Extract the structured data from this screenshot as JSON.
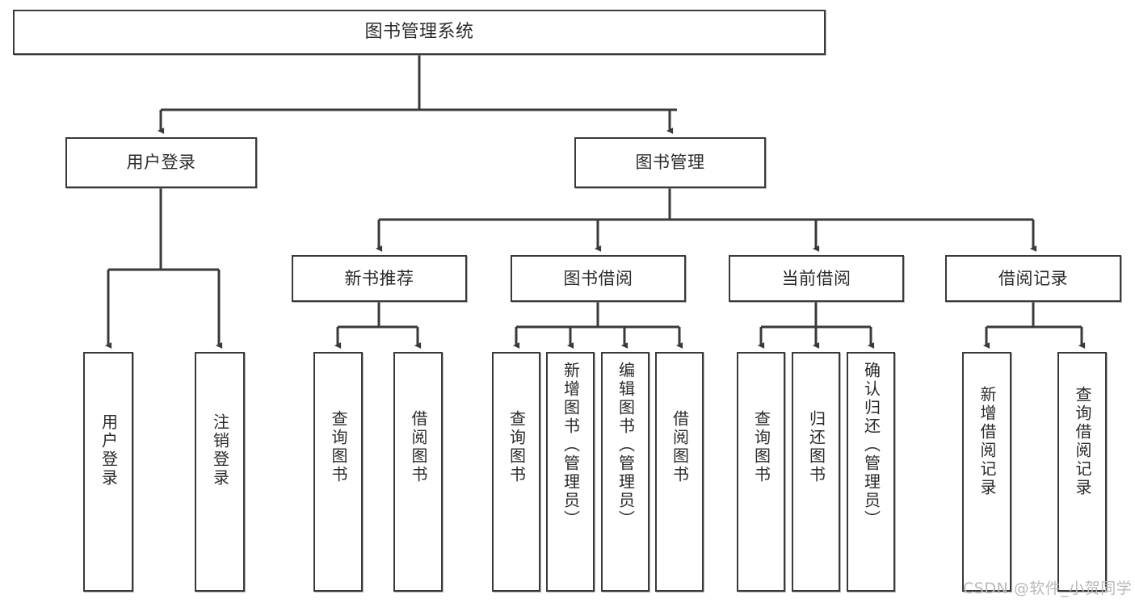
{
  "diagram": {
    "title": "图书管理系统",
    "type": "tree",
    "watermark": "CSDN @软件_小贺同学",
    "colors": {
      "stroke": "#3a3a3a",
      "fill": "#ffffff",
      "text": "#2b2b2b",
      "watermark": "#b9b9b9"
    },
    "levels": {
      "root": [
        "图书管理系统"
      ],
      "level2": [
        "用户登录",
        "图书管理"
      ],
      "level3": [
        "新书推荐",
        "图书借阅",
        "当前借阅",
        "借阅记录"
      ],
      "level4": [
        "用户登录",
        "注销登录",
        "查询图书",
        "借阅图书",
        "查询图书",
        "新增图书（管理员）",
        "编辑图书（管理员）",
        "借阅图书",
        "查询图书",
        "归还图书",
        "确认归还（管理员）",
        "新增借阅记录",
        "查询借阅记录"
      ]
    },
    "nodes": {
      "root": {
        "label": "图书管理系统"
      },
      "user_login": {
        "label": "用户登录"
      },
      "book_manage": {
        "label": "图书管理"
      },
      "new_book_rec": {
        "label": "新书推荐"
      },
      "book_borrow": {
        "label": "图书借阅"
      },
      "current_borrow": {
        "label": "当前借阅"
      },
      "borrow_record": {
        "label": "借阅记录"
      },
      "leaf_user_login": {
        "label": "用户登录"
      },
      "leaf_logout": {
        "label": "注销登录"
      },
      "leaf_query_book_a": {
        "label": "查询图书"
      },
      "leaf_borrow_book_a": {
        "label": "借阅图书"
      },
      "leaf_query_book_b": {
        "label": "查询图书"
      },
      "leaf_add_book": {
        "label": "新增图书（管理员）"
      },
      "leaf_edit_book": {
        "label": "编辑图书（管理员）"
      },
      "leaf_borrow_book_b": {
        "label": "借阅图书"
      },
      "leaf_query_book_c": {
        "label": "查询图书"
      },
      "leaf_return_book": {
        "label": "归还图书"
      },
      "leaf_confirm_return": {
        "label": "确认归还（管理员）"
      },
      "leaf_add_record": {
        "label": "新增借阅记录"
      },
      "leaf_query_record": {
        "label": "查询借阅记录"
      }
    }
  }
}
